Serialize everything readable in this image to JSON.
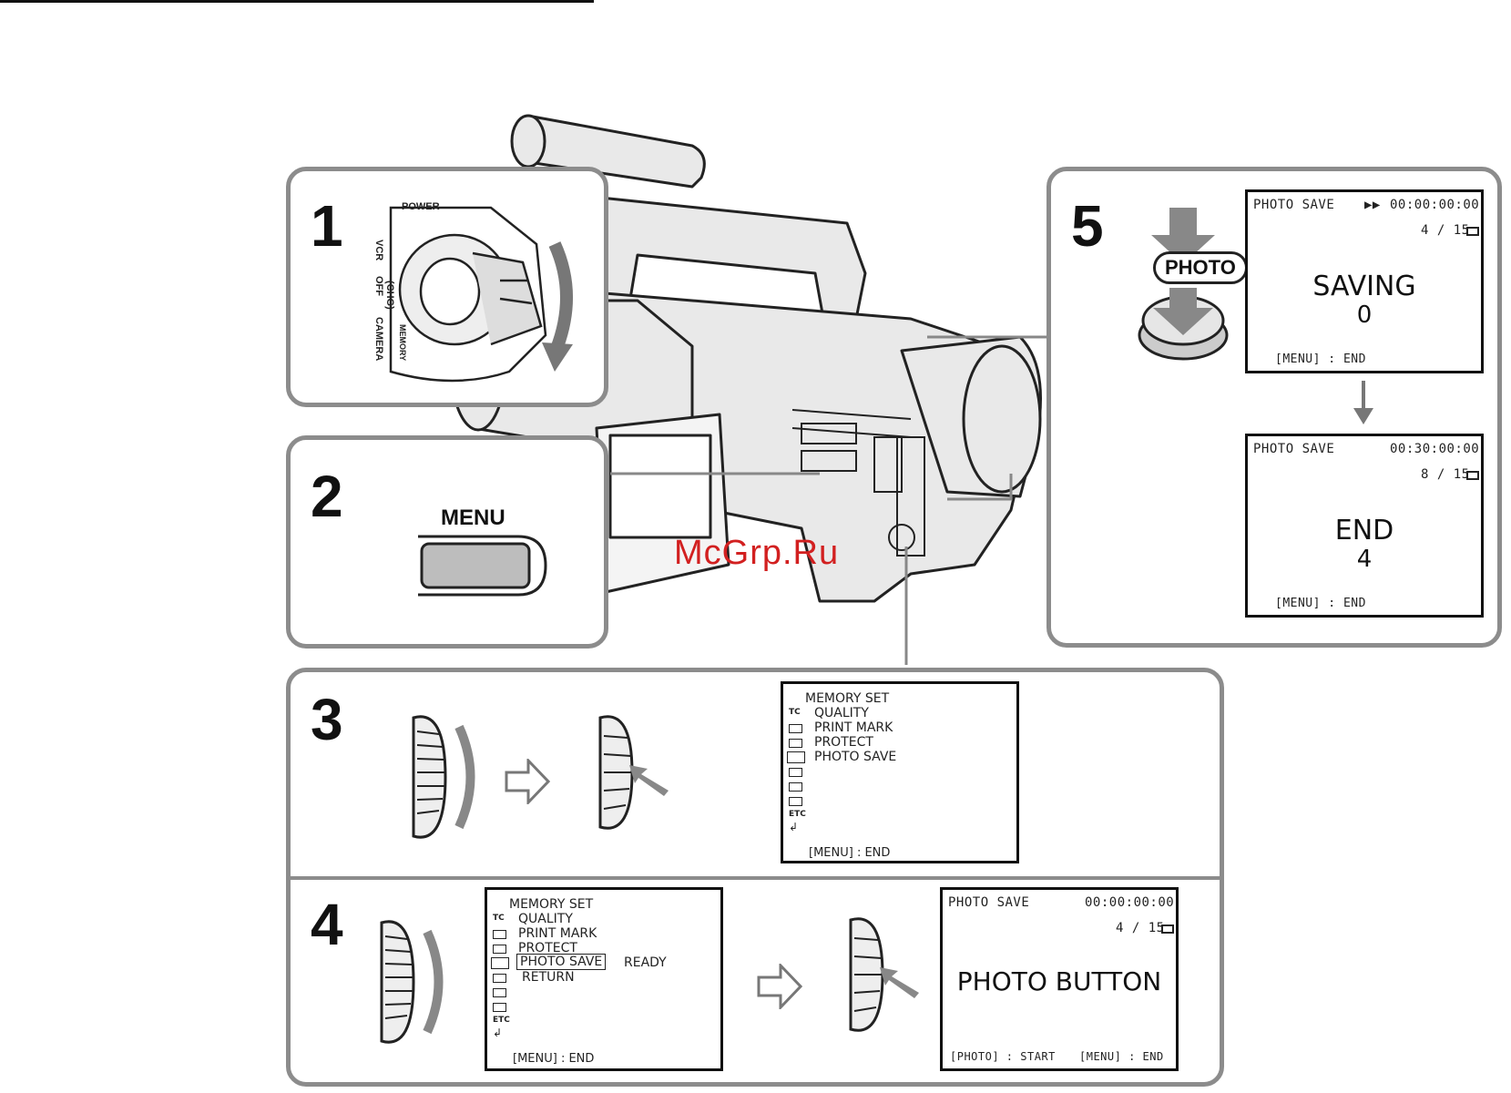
{
  "watermark": "McGrp.Ru",
  "step1": {
    "number": "1",
    "dial_power": "POWER",
    "dial_vcr": "VCR",
    "dial_off": "OFF",
    "dial_chg": "(CHG)",
    "dial_camera": "CAMERA",
    "dial_memory": "MEMORY"
  },
  "step2": {
    "number": "2",
    "button_label": "MENU"
  },
  "step3": {
    "number": "3",
    "menu": {
      "title": "MEMORY SET",
      "items": [
        "QUALITY",
        "PRINT MARK",
        "PROTECT",
        "PHOTO SAVE"
      ],
      "side_icons": [
        "TC",
        "",
        "",
        "",
        "",
        "",
        "",
        "ETC",
        ""
      ],
      "footer": "[MENU] : END"
    }
  },
  "step4": {
    "number": "4",
    "menu": {
      "title": "MEMORY SET",
      "items": [
        "QUALITY",
        "PRINT MARK",
        "PROTECT",
        "PHOTO SAVE",
        "RETURN"
      ],
      "ready": "READY",
      "side_icons": [
        "TC",
        "",
        "",
        "",
        "",
        "",
        "",
        "ETC",
        ""
      ],
      "footer": "[MENU] : END"
    },
    "screen": {
      "title": "PHOTO SAVE",
      "timecode": "00:00:00:00",
      "count": "4 / 15",
      "message": "PHOTO BUTTON",
      "footer_left": "[PHOTO] : START",
      "footer_right": "[MENU] : END"
    }
  },
  "step5": {
    "number": "5",
    "button_label": "PHOTO",
    "screen_saving": {
      "title": "PHOTO SAVE",
      "play_icon": "▶▶",
      "timecode": "00:00:00:00",
      "count": "4 / 15",
      "message": "SAVING",
      "value": "0",
      "footer": "[MENU] : END"
    },
    "screen_end": {
      "title": "PHOTO SAVE",
      "timecode": "00:30:00:00",
      "count": "8 / 15",
      "message": "END",
      "value": "4",
      "footer": "[MENU] : END"
    }
  }
}
